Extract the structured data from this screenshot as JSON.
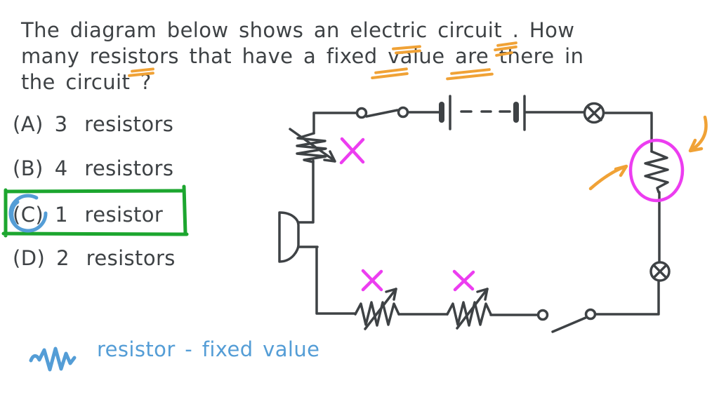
{
  "colors": {
    "ink": "#3e4245",
    "highlight_orange": "#f0a236",
    "annotation_magenta": "#ec3df0",
    "note_blue": "#549dd6",
    "answer_box_green": "#1ca62f",
    "background": "#ffffff"
  },
  "question": {
    "line1": "The diagram below shows an electric circuit . How",
    "line2": "many resistors that have a fixed value are there in",
    "line3": "the circuit ?",
    "highlighted_words": [
      "electric",
      "circuit",
      "resistors",
      "fixed",
      "value"
    ]
  },
  "options": [
    {
      "label": "(A)",
      "text": "3 resistors",
      "selected": false
    },
    {
      "label": "(B)",
      "text": "4 resistors",
      "selected": false
    },
    {
      "label": "(C)",
      "text": "1 resistor",
      "selected": true
    },
    {
      "label": "(D)",
      "text": "2 resistors",
      "selected": false
    }
  ],
  "answer": {
    "selected_option": "(C)",
    "marks": [
      "blue-circle-around-label",
      "green-box-around-option"
    ]
  },
  "legend": {
    "symbol": "resistor-zigzag-icon",
    "text": "resistor - fixed value"
  },
  "circuit": {
    "components": [
      {
        "name": "open-switch",
        "position": "top-left"
      },
      {
        "name": "battery-two-cells-with-dashes",
        "position": "top-center"
      },
      {
        "name": "lamp",
        "position": "top-right"
      },
      {
        "name": "variable-resistor",
        "position": "left-vertical-wire",
        "annotation": "pink-x-crossed-out"
      },
      {
        "name": "buzzer",
        "position": "left"
      },
      {
        "name": "fixed-resistor",
        "position": "right-vertical-wire",
        "annotation": "magenta-ellipse-with-two-orange-arrows"
      },
      {
        "name": "lamp",
        "position": "lower-right"
      },
      {
        "name": "open-switch",
        "position": "bottom-right"
      },
      {
        "name": "variable-resistor",
        "position": "bottom-right-of-center",
        "annotation": "pink-x-crossed-out"
      },
      {
        "name": "variable-resistor",
        "position": "bottom-left-of-center",
        "annotation": "pink-x-crossed-out"
      }
    ]
  }
}
